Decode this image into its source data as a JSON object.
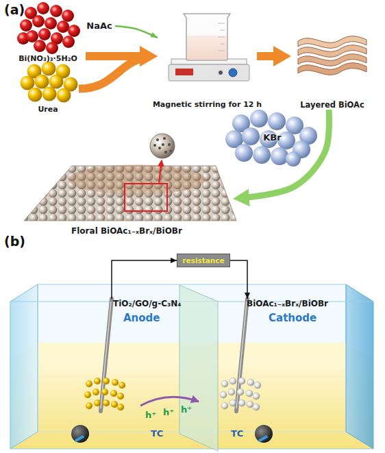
{
  "diagram": {
    "nodes": [
      {
        "text": [
          "Bi(NO₃)₃·5H₂O"
        ]
      },
      {
        "text": [
          "Urea"
        ]
      },
      {
        "text": [
          "NaAc"
        ]
      },
      {
        "text": [
          "Magnetic stirring for 12 h"
        ]
      },
      {
        "text": [
          "Layered BiOAc"
        ]
      },
      {
        "text": [
          "KBr"
        ]
      },
      {
        "text": [
          "Floral BiOAc₁₋ₓBrₓ/BiOBr"
        ]
      },
      {
        "text": [
          "resistance"
        ]
      },
      {
        "text": [
          "TiO₂/GO/g-C₃N₄"
        ]
      },
      {
        "text": [
          "BiOAc₁₋ₓBrₓ/BiOBr"
        ]
      }
    ],
    "edges": [
      {
        "from": 0,
        "to": 3,
        "arrow": "to"
      },
      {
        "from": 1,
        "to": 3,
        "arrow": "to"
      },
      {
        "from": 2,
        "to": 3,
        "arrow": "to"
      },
      {
        "from": 3,
        "to": 4,
        "arrow": "to"
      },
      {
        "from": 4,
        "to": 6,
        "arrow": "to"
      },
      {
        "from": 8,
        "to": 7,
        "arrow": "to"
      },
      {
        "from": 7,
        "to": 9,
        "arrow": "to"
      }
    ],
    "labels": [
      "(a)",
      "(b)",
      "Anode",
      "Cathode",
      "h⁺",
      "h⁺",
      "h⁺",
      "TC",
      "TC"
    ]
  }
}
